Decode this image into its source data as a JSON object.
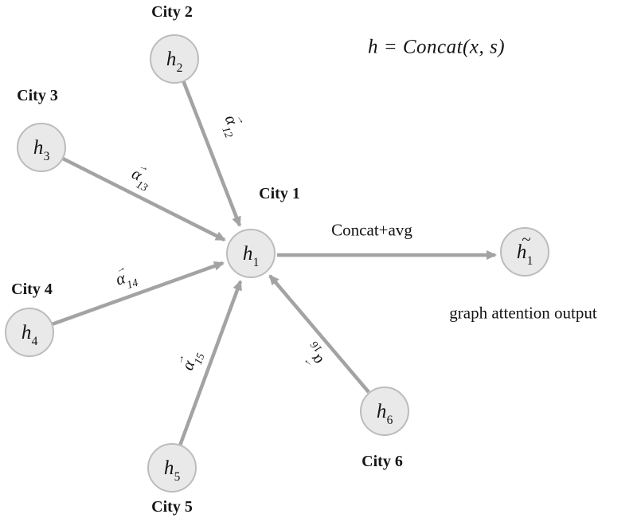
{
  "diagram": {
    "formula": "h = Concat(x, s)",
    "aggregate_label": "Concat+avg",
    "output_caption": "graph attention output",
    "vector_arrow_glyph": "→",
    "tilde_glyph": "~",
    "colors": {
      "node_fill": "#e9e9e9",
      "node_border": "#bcbcbc",
      "edge_gray": "#a3a3a3",
      "text": "#151515",
      "background": "#ffffff"
    }
  },
  "nodes": {
    "h1": {
      "base": "h",
      "sub": "1",
      "city": "City 1"
    },
    "h2": {
      "base": "h",
      "sub": "2",
      "city": "City 2"
    },
    "h3": {
      "base": "h",
      "sub": "3",
      "city": "City 3"
    },
    "h4": {
      "base": "h",
      "sub": "4",
      "city": "City 4"
    },
    "h5": {
      "base": "h",
      "sub": "5",
      "city": "City 5"
    },
    "h6": {
      "base": "h",
      "sub": "6",
      "city": "City 6"
    },
    "h1_out": {
      "base": "h",
      "sub": "1",
      "tilde": "~"
    }
  },
  "edge_labels": {
    "a12": {
      "base": "α",
      "sub": "12"
    },
    "a13": {
      "base": "α",
      "sub": "13"
    },
    "a14": {
      "base": "α",
      "sub": "14"
    },
    "a15": {
      "base": "α",
      "sub": "15"
    },
    "a16": {
      "base": "α",
      "sub": "16"
    }
  }
}
